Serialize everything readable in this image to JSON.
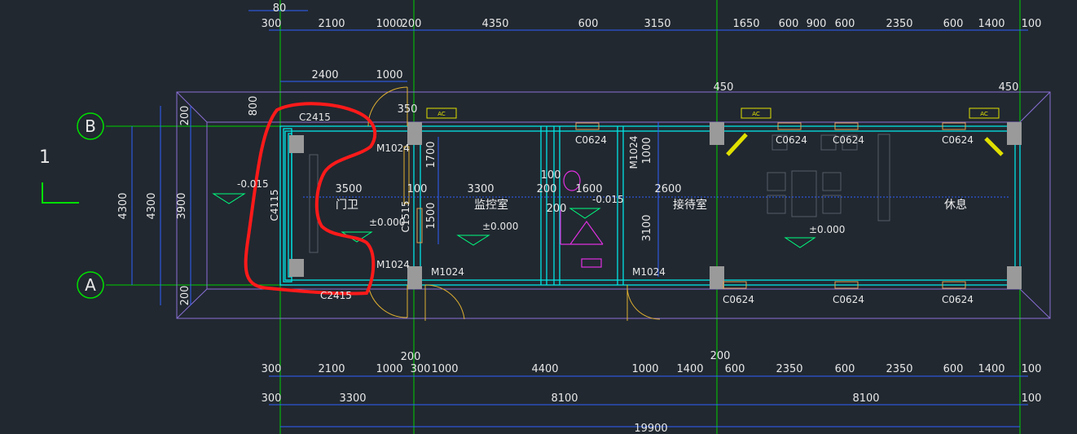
{
  "dims_top": [
    "300",
    "2100",
    "1000",
    "200",
    "4350",
    "600",
    "3150",
    "1650",
    "600",
    "900",
    "600",
    "2350",
    "600",
    "1400",
    "100"
  ],
  "dims_upper2": [
    "2400",
    "1000"
  ],
  "dims_bottom1": [
    "300",
    "2100",
    "1000",
    "300",
    "1000",
    "4400",
    "1000",
    "1400",
    "600",
    "2350",
    "600",
    "2350",
    "600",
    "1400",
    "100"
  ],
  "dims_bottom2": [
    "300",
    "3300",
    "8100",
    "8100",
    "100"
  ],
  "dim_total": "19900",
  "dims_left": [
    "800",
    "200",
    "4300",
    "4300",
    "3900",
    "200"
  ],
  "misc_dims": [
    "450",
    "450",
    "350",
    "200",
    "200",
    "1700",
    "1500",
    "1000",
    "3100",
    "100",
    "200",
    "200",
    "1600",
    "2600",
    "3500",
    "3300",
    "100",
    "80"
  ],
  "axis_b": "B",
  "axis_a": "A",
  "mark_1": "1",
  "rooms": [
    "门卫",
    "监控室",
    "接待室",
    "休息"
  ],
  "elevations": [
    "-0.015",
    "±0.000",
    "±0.000",
    "-0.015",
    "±0.000"
  ],
  "door_labels": [
    "M1024",
    "M1024",
    "M1024",
    "M1024",
    "M1024"
  ],
  "window_labels": [
    "C2415",
    "C2415",
    "C4115",
    "C1515",
    "C0624",
    "C0624",
    "C0624",
    "C0624",
    "C0624",
    "C0624",
    "C0624"
  ],
  "ac_labels": [
    "AC",
    "AC",
    "AC"
  ],
  "colors": {
    "background": "#212830",
    "grid": "#00e000",
    "wall": "#00e5e5",
    "dim_line": "#2f5fff",
    "outline": "#8a6fd6",
    "annotation": "#ff1a1a",
    "column": "#9a9a9a",
    "door": "#e0b030",
    "fixture": "#e030e0"
  }
}
